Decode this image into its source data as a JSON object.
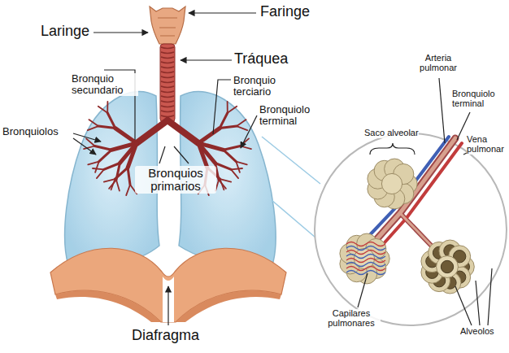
{
  "diagram": {
    "labels": [
      "Faringe",
      "Laringe",
      "Tráquea",
      "Bronquio secundario",
      "Bronquio terciario",
      "Bronquiolo terminal",
      "Bronquiolos",
      "Bronquios primarios",
      "Saco alveolar",
      "Arteria pulmonar",
      "Bronquiolo terminal",
      "Vena pulmonar",
      "Capilares pulmonares",
      "Alveolos",
      "Diafragma"
    ]
  }
}
